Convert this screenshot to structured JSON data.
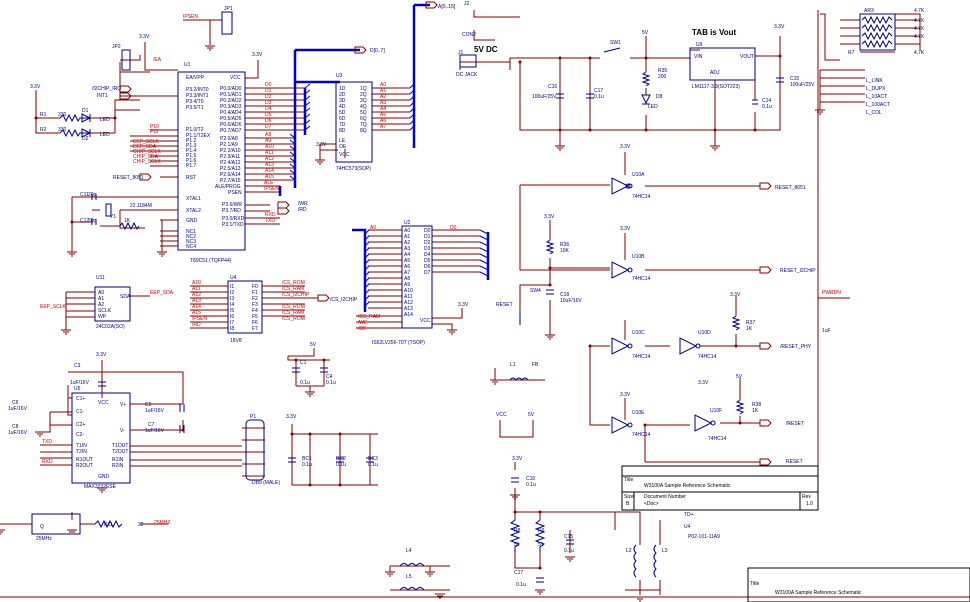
{
  "colors": {
    "wire": "#800000",
    "bus": "#0000cc",
    "part": "#000080",
    "net_label": "#cc0000",
    "junction": "#800000"
  },
  "texts": {
    "jp1": "JP1",
    "jp2": "JP2",
    "j1": "J1",
    "j2": "J2",
    "con2": "CON2",
    "ipsen": "IPSEN",
    "ea": "/EA",
    "i2chip_irq": "/I2CHIP_IRQ",
    "int1": "INT1",
    "v33": "3.3V",
    "v5": "5V",
    "vcc": "VCC",
    "u1": "U1",
    "u1_name": "T89C51 (TQFP44)",
    "u1_pins": {
      "eavpp": "EA/VPP",
      "vcc": "VCC",
      "p32": "P3.2/INT0",
      "p33": "P3.3/INT1",
      "p34": "P3.4/T0",
      "p35": "P3.5/T1",
      "p0": [
        "P0.0/AD0",
        "P0.1/AD1",
        "P0.2/AD2",
        "P0.3/AD3",
        "P0.4/AD4",
        "P0.5/AD5",
        "P0.6/AD6",
        "P0.7/AD7"
      ],
      "p10": "P1.0/T2",
      "p11": "P1.1/T2EX",
      "p12": "P1.2",
      "p13": "P1.3",
      "p14": "P1.4",
      "p15": "P1.5",
      "p16": "P1.6",
      "p17": "P1.7",
      "p2": [
        "P2.0/A8",
        "P2.1/A9",
        "P2.2/A10",
        "P2.3/A11",
        "P2.4/A12",
        "P2.5/A13",
        "P2.6/A14",
        "P2.7/A15"
      ],
      "rst": "RST",
      "ale": "ALE/PROG",
      "psen": "PSEN",
      "p36": "P3.6/WR",
      "p37": "P3.7/RD",
      "xtal1": "XTAL1",
      "xtal2": "XTAL2",
      "p30": "P3.0/RXD",
      "p31": "P3.1/TXD",
      "gnd": "GND",
      "nc1": "NC1",
      "nc2": "NC2",
      "nc3": "NC3",
      "nc4": "NC4"
    },
    "d_nets": [
      "D0",
      "D1",
      "D2",
      "D3",
      "D4",
      "D5",
      "D6",
      "D7"
    ],
    "a_nets_hi": [
      "A8",
      "A9",
      "A10",
      "A11",
      "A12",
      "A13",
      "A14",
      "A15"
    ],
    "a_nets_lo": [
      "A0",
      "A1",
      "A2",
      "A3",
      "A4",
      "A5",
      "A6",
      "A7"
    ],
    "p1_nets": [
      "P10",
      "P11",
      "EEP_SCLK",
      "EEP_SDA",
      "CHIP_SCLK",
      "CHIP_SDA",
      "CHIP_SCLK"
    ],
    "ale_net": "ALE",
    "psen_net": "/PSEN",
    "wr": "/WR",
    "rd": "/RD",
    "rxd": "RXD",
    "txd": "TXD",
    "reset_8051": "RESET_8051",
    "bus_a": "A[0..15]",
    "bus_d": "D[0..7]",
    "u3": "U3",
    "u3_name": "74HC573(SOP)",
    "u3_in": [
      "1D",
      "2D",
      "3D",
      "4D",
      "5D",
      "6D",
      "7D",
      "8D"
    ],
    "u3_out": [
      "1Q",
      "2Q",
      "3Q",
      "4Q",
      "5Q",
      "6Q",
      "7Q",
      "8Q"
    ],
    "le": "LE",
    "oe": "OE",
    "d1": "D1",
    "d2": "D2",
    "led": "LED",
    "r1": "R1",
    "r2": "R2",
    "r330": "330",
    "c11": "C11",
    "c12": "C12",
    "c20p": "20p",
    "y1": "Y1",
    "xtal": "22.1184M",
    "r11k": "1K",
    "u11": "U11",
    "u11_pins": [
      "A0",
      "A1",
      "A2",
      "SCLK",
      "WP"
    ],
    "sda": "SDA",
    "u11_name": "24C02A(SO)",
    "eep_sclk": "EEP_SCLK",
    "eep_sda": "EEP_SDA",
    "u4": "U4",
    "u4_name": "16V8",
    "u4_in": [
      "I1",
      "I2",
      "I3",
      "I4",
      "I5",
      "I6",
      "I7",
      "I8"
    ],
    "u4_out": [
      "F0",
      "F1",
      "F2",
      "F3",
      "F4",
      "F5",
      "F6",
      "F7"
    ],
    "u4_nets": [
      "/CS_ROM",
      "/CS_RAM",
      "/CS_I2CHIP",
      "/CS_ROM",
      "/CS_RAM",
      "/CS_ROM"
    ],
    "cs_i2chip": "/CS_I2CHIP",
    "u2": "U2",
    "u2_name": "IS62LV256-70T (TSOP)",
    "u2_a": [
      "A0",
      "A1",
      "A2",
      "A3",
      "A4",
      "A5",
      "A6",
      "A7",
      "A8",
      "A9",
      "A10",
      "A11",
      "A12",
      "A13",
      "A14"
    ],
    "u2_d": [
      "D0",
      "D1",
      "D2",
      "D3",
      "D4",
      "D5",
      "D6",
      "D7"
    ],
    "cs_ram": "/CS_RAM",
    "we": "/WE",
    "oe_n": "/OE",
    "c1": "C1",
    "c4": "C4",
    "c01u": "0.1u",
    "u5": "U5",
    "u5_name": "MAX3232ESE",
    "u5_pins": [
      "C1+",
      "C1-",
      "C2+",
      "C2-",
      "T1IN",
      "T2IN",
      "R1OUT",
      "R2OUT",
      "VCC",
      "V+",
      "V-",
      "T1OUT",
      "T2OUT",
      "R1IN",
      "R2IN",
      "GND"
    ],
    "c3": "C3",
    "c5": "C5",
    "c6": "C6",
    "c7": "C7",
    "c8": "C8",
    "c1u16": "1uF/16V",
    "p1": "P1",
    "db9": "DB9 (MALE)",
    "bc1": "BC1",
    "bc2": "BC2",
    "bc3": "BC3",
    "q": "Q",
    "osc": "25MHz",
    "r11": "R11",
    "r22": "22",
    "osc_net": "25MHZ",
    "l1": "L1",
    "l2": "L2",
    "l3": "L3",
    "l4": "L4",
    "l5": "L5",
    "fb": "FB",
    "dc_jack": "DC JACK",
    "v5dc": "5V DC",
    "sw1": "SW1",
    "c16": "C16",
    "c16v": "100uF/25V",
    "c17": "C17",
    "r35": "R35",
    "r200": "200",
    "d8": "D8",
    "tab_vout": "TAB is Vout",
    "u9": "U9",
    "vin": "VIN",
    "vout": "VOUT",
    "adj": "ADJ",
    "u9_name": "LM1117-3.3(SOT223)",
    "c14": "C14",
    "c15": "C15",
    "u10a": "U10A",
    "u10b": "U10B",
    "u10c": "U10C",
    "u10d": "U10D",
    "u10e": "U10E",
    "u10f": "U10F",
    "hc14": "74HC14",
    "r36": "R36",
    "r10k": "10K",
    "reset": "RESET",
    "sw4": "SW4",
    "c18": "C18",
    "c18v": "10uF/16V",
    "r37": "R37",
    "r38": "R38",
    "r1k": "1K",
    "reset_i2chip": "RESET_I2CHIP",
    "reset_phy": "/RESET_PHY",
    "reset_n": "/RESET",
    "reset_pos": "RESET",
    "ar3": "AR3",
    "r47k": "4.7K",
    "r7": "R7",
    "leds": [
      "L_LINK",
      "L_DUPX",
      "L_10ACT",
      "L_100ACT",
      "L_COL"
    ],
    "pwrdn": "PWRDN",
    "one_uf": "1uF",
    "c10": "C10",
    "r8": "R8",
    "r9": "R9",
    "r51": "51",
    "c15b": "C15",
    "td": "TD+",
    "u4b": "U4",
    "part_no": "P02-101-11A9",
    "tb_title_lbl": "Title",
    "tb_title": "W3100A Sample Reference Schematic",
    "tb_size_lbl": "Size",
    "tb_size": "B",
    "tb_doc_lbl": "Document Number",
    "tb_doc": "<Doc>",
    "tb_rev_lbl": "Rev",
    "tb_rev": "1.0",
    "tb2_title_lbl": "Title",
    "tb2_title": "W3100A Sample Reference Schematic"
  }
}
